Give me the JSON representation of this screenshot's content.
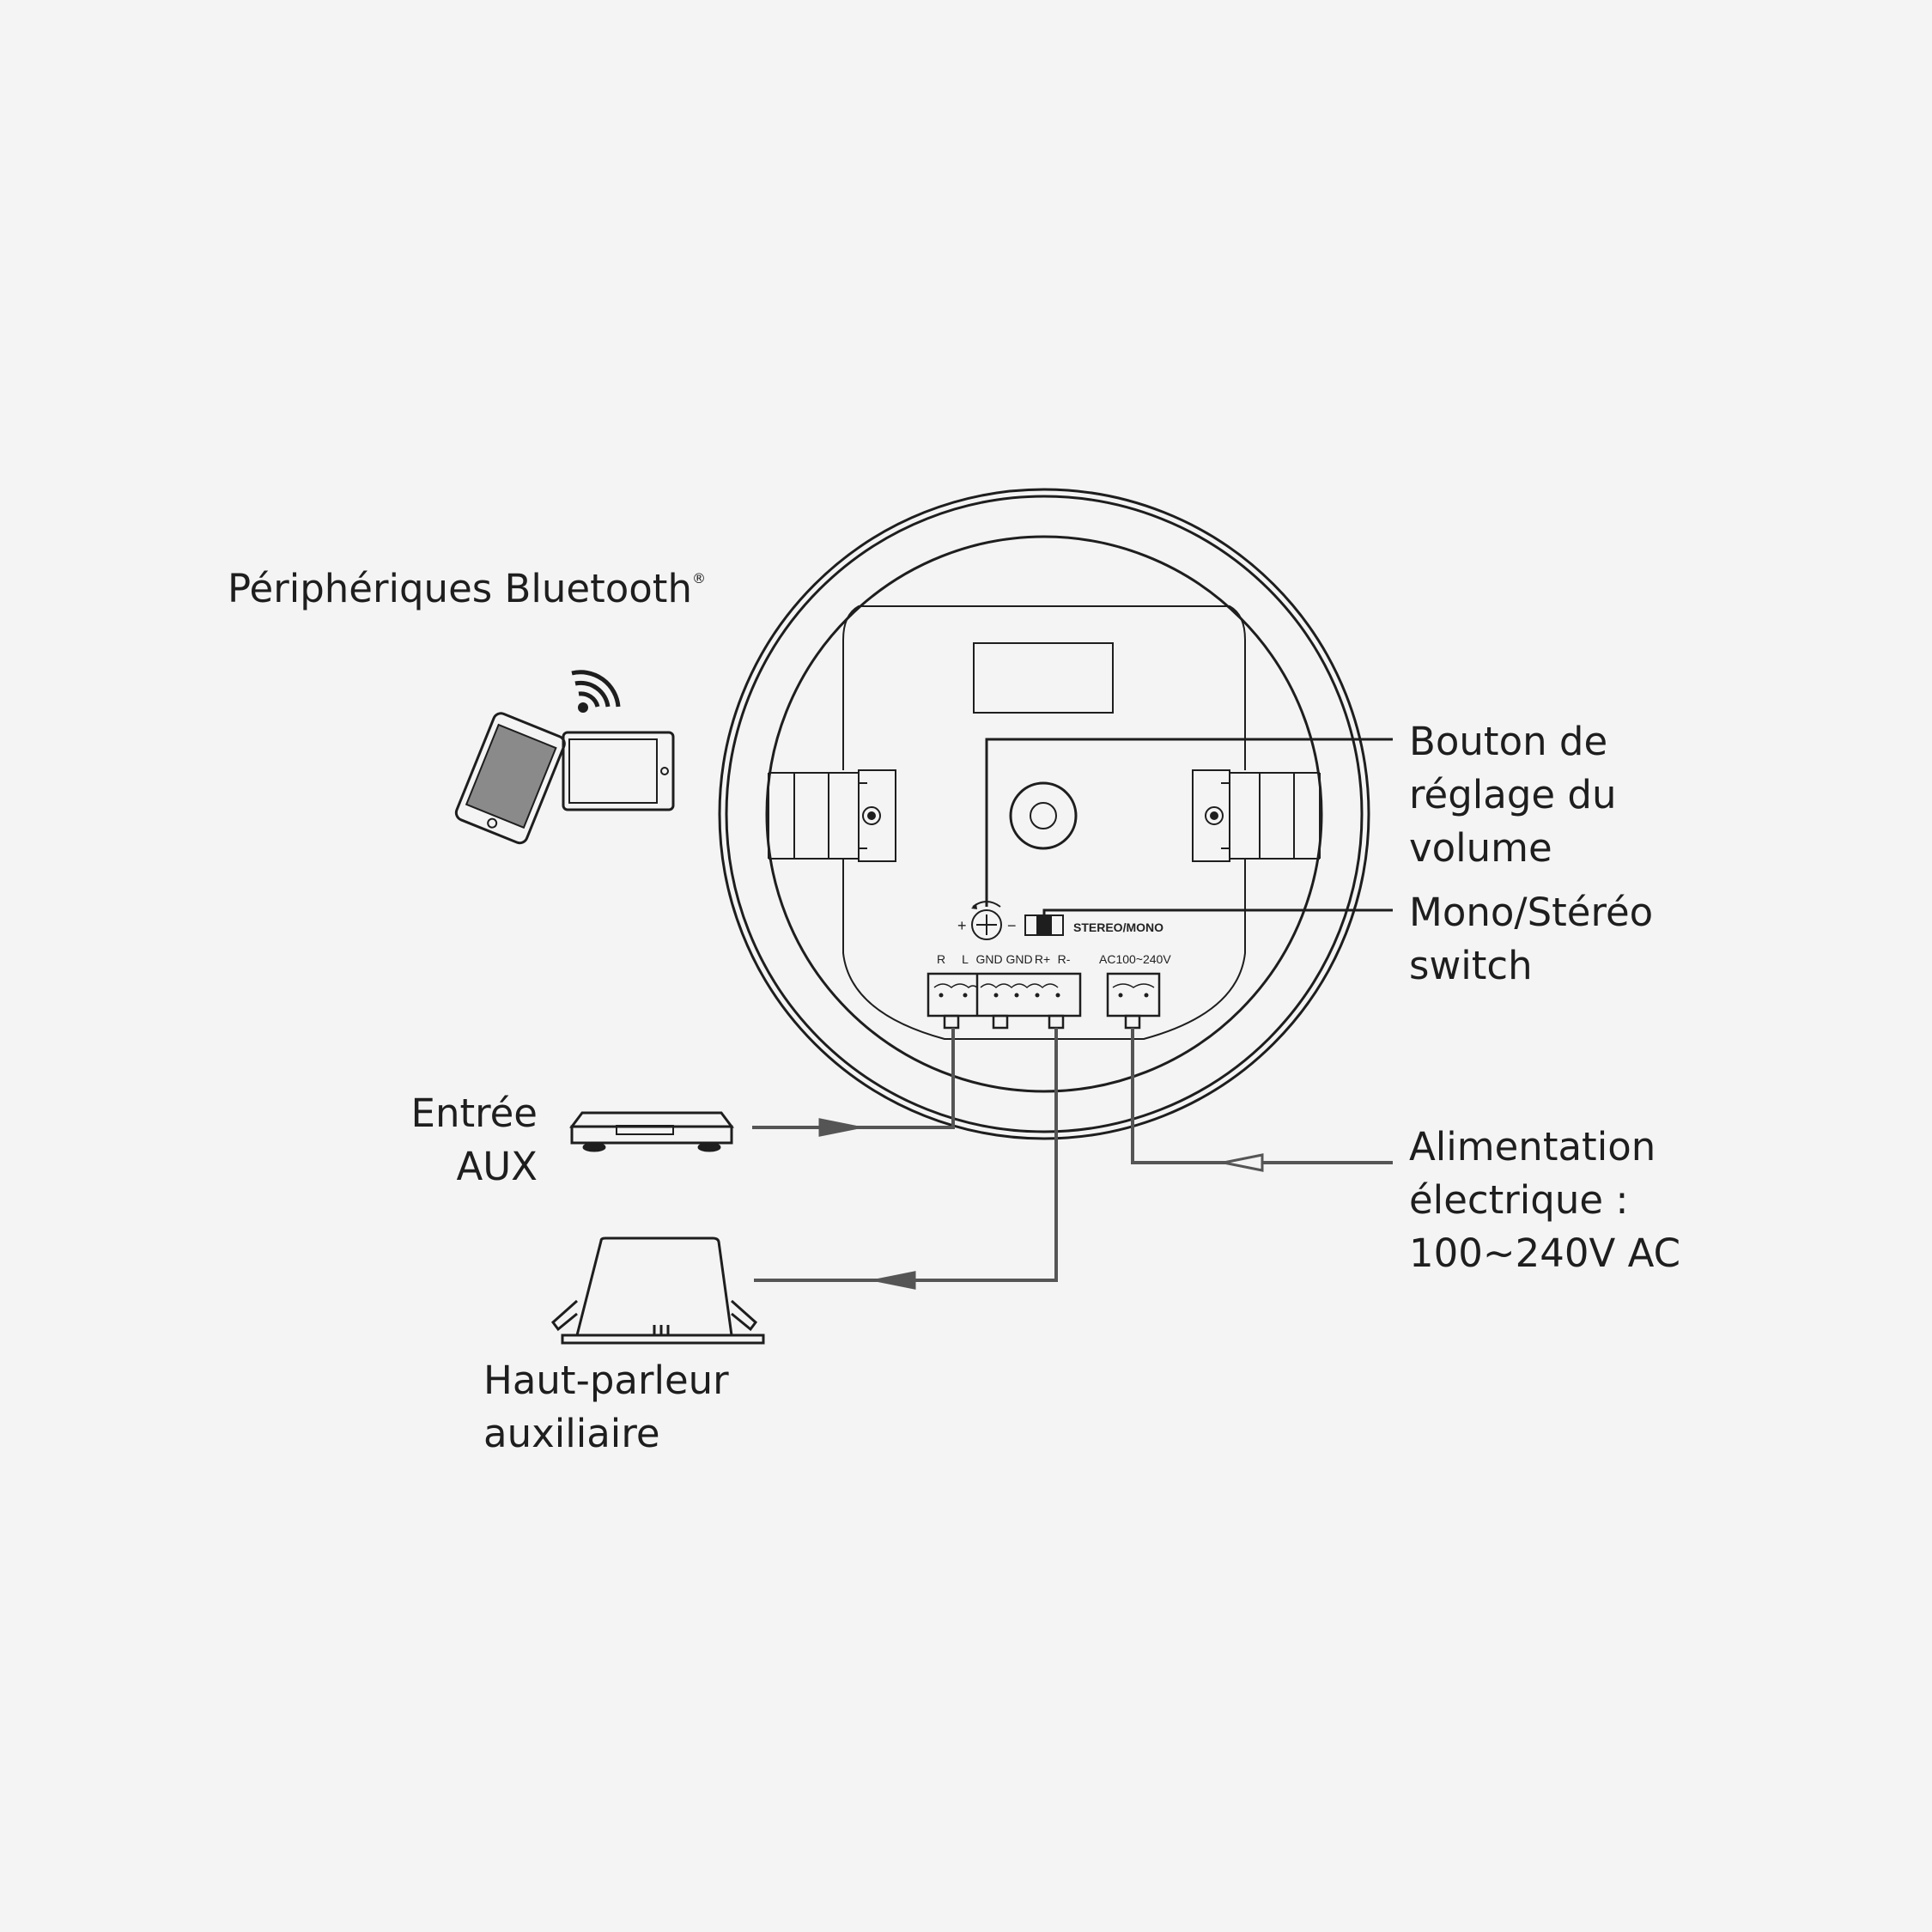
{
  "labels": {
    "bluetooth_devices": "Périphériques Bluetooth",
    "bluetooth_mark": "®",
    "volume_knob": [
      "Bouton de",
      "réglage du",
      "volume"
    ],
    "mode_switch": [
      "Mono/Stéréo",
      "switch"
    ],
    "aux_input": [
      "Entrée",
      "AUX"
    ],
    "power_supply": [
      "Alimentation",
      "électrique :",
      "100~240V AC"
    ],
    "aux_speaker": [
      "Haut-parleur",
      "auxiliaire"
    ]
  },
  "panel": {
    "switch_label": "STEREO/MONO",
    "volume_plus": "+",
    "volume_minus": "−",
    "terminals": [
      "R",
      "L",
      "GND",
      "GND",
      "R+",
      "R-"
    ],
    "power_terminal": "AC100~240V"
  },
  "colors": {
    "background": "#f4f4f4",
    "line": "#1e1e1e",
    "wire": "#555555",
    "screen": "#8a8a8a"
  },
  "icons": [
    "smartphone-icon",
    "tablet-icon",
    "wifi-icon",
    "aux-player-icon",
    "speaker-icon",
    "volume-knob-icon",
    "switch-icon"
  ]
}
